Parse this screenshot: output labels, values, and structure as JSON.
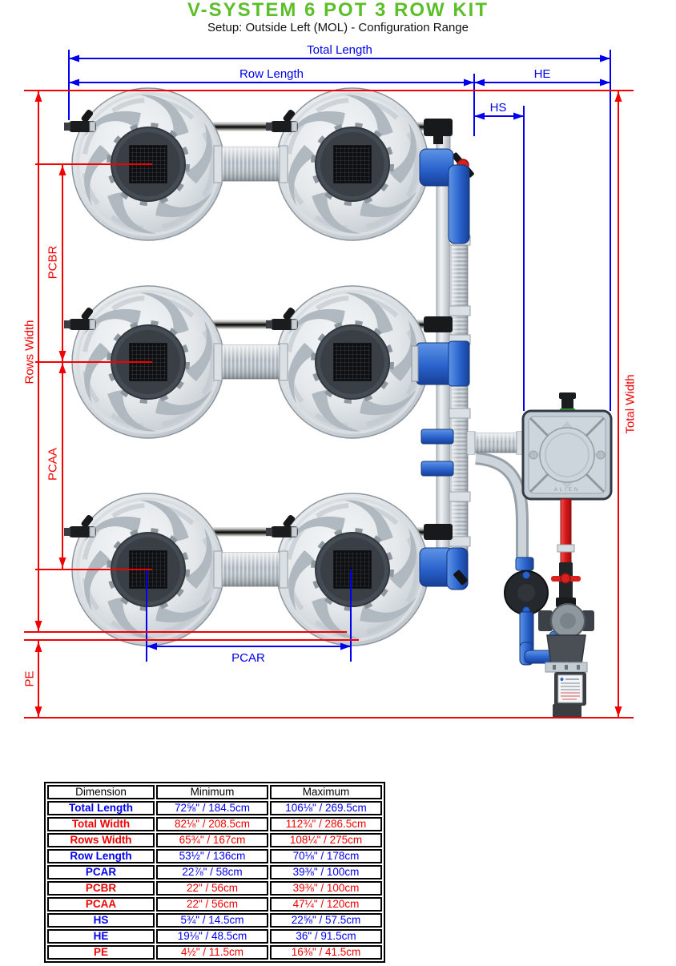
{
  "header": {
    "title": "V-SYSTEM 6 POT 3 ROW KIT",
    "subtitle": "Setup: Outside Left (MOL) - Configuration Range"
  },
  "colors": {
    "title_green": "#5cbf2a",
    "dimension_blue": "#0000ee",
    "dimension_red": "#f20000"
  },
  "diagram": {
    "labels": {
      "total_length": "Total Length",
      "row_length": "Row Length",
      "he": "HE",
      "hs": "HS",
      "pcbr": "PCBR",
      "pcaa": "PCAA",
      "rows_width": "Rows Width",
      "pe": "PE",
      "pcar": "PCAR",
      "total_width": "Total Width"
    },
    "tank_brand": "ALIEN"
  },
  "table": {
    "headers": [
      "Dimension",
      "Minimum",
      "Maximum"
    ],
    "rows": [
      {
        "dimension": "Total Length",
        "min": "72⅝\" / 184.5cm",
        "max": "106⅛\" / 269.5cm",
        "color": "blue"
      },
      {
        "dimension": "Total Width",
        "min": "82⅛\" / 208.5cm",
        "max": "112¾\" / 286.5cm",
        "color": "red"
      },
      {
        "dimension": "Rows Width",
        "min": "65¾\" / 167cm",
        "max": "108¼\" / 275cm",
        "color": "red"
      },
      {
        "dimension": "Row Length",
        "min": "53½\" / 136cm",
        "max": "70⅛\" / 178cm",
        "color": "blue"
      },
      {
        "dimension": "PCAR",
        "min": "22⅞\" / 58cm",
        "max": "39⅜\" / 100cm",
        "color": "blue"
      },
      {
        "dimension": "PCBR",
        "min": "22\" / 56cm",
        "max": "39⅜\" / 100cm",
        "color": "red"
      },
      {
        "dimension": "PCAA",
        "min": "22\" / 56cm",
        "max": "47¼\" / 120cm",
        "color": "red"
      },
      {
        "dimension": "HS",
        "min": "5¾\" / 14.5cm",
        "max": "22⅝\" / 57.5cm",
        "color": "blue"
      },
      {
        "dimension": "HE",
        "min": "19⅛\" / 48.5cm",
        "max": "36\" / 91.5cm",
        "color": "blue"
      },
      {
        "dimension": "PE",
        "min": "4½\" / 11.5cm",
        "max": "16⅜\" / 41.5cm",
        "color": "red"
      }
    ]
  }
}
